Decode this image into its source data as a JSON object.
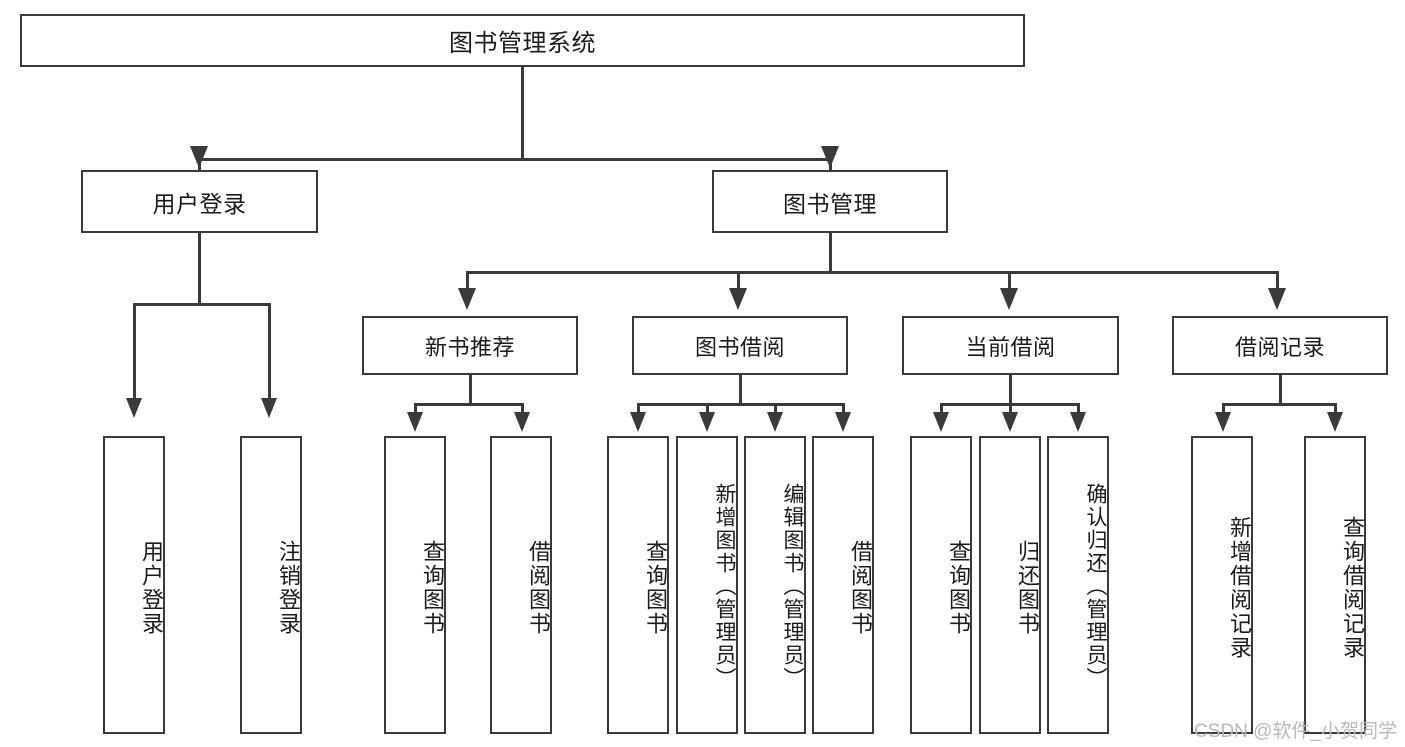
{
  "diagram": {
    "title_node": {
      "label": "图书管理系统"
    },
    "level2": [
      {
        "id": "user-login",
        "label": "用户登录"
      },
      {
        "id": "book-management",
        "label": "图书管理"
      }
    ],
    "level3": [
      {
        "id": "new-book-recommend",
        "label": "新书推荐"
      },
      {
        "id": "book-borrow",
        "label": "图书借阅"
      },
      {
        "id": "current-borrow",
        "label": "当前借阅"
      },
      {
        "id": "borrow-record",
        "label": "借阅记录"
      }
    ],
    "leaves": {
      "user_login": [
        {
          "id": "leaf-user-login",
          "label": "用户登录"
        },
        {
          "id": "leaf-logout-login",
          "label": "注销登录"
        }
      ],
      "new_book_recommend": [
        {
          "id": "leaf-query-book-1",
          "label": "查询图书"
        },
        {
          "id": "leaf-borrow-book-1",
          "label": "借阅图书"
        }
      ],
      "book_borrow": [
        {
          "id": "leaf-query-book-2",
          "label": "查询图书"
        },
        {
          "id": "leaf-add-book",
          "label": "新增图书（管理员）"
        },
        {
          "id": "leaf-edit-book",
          "label": "编辑图书（管理员）"
        },
        {
          "id": "leaf-borrow-book-2",
          "label": "借阅图书"
        }
      ],
      "current_borrow": [
        {
          "id": "leaf-query-book-3",
          "label": "查询图书"
        },
        {
          "id": "leaf-return-book",
          "label": "归还图书"
        },
        {
          "id": "leaf-confirm-return",
          "label": "确认归还（管理员）"
        }
      ],
      "borrow_record": [
        {
          "id": "leaf-add-borrow-record",
          "label": "新增借阅记录"
        },
        {
          "id": "leaf-query-borrow-record",
          "label": "查询借阅记录"
        }
      ]
    }
  },
  "watermark": {
    "text": "CSDN @软件_小贺同学"
  },
  "colors": {
    "stroke": "#3a3a3a",
    "text": "#1b1b1b",
    "background": "#ffffff",
    "watermark": "#b9b9b9"
  }
}
